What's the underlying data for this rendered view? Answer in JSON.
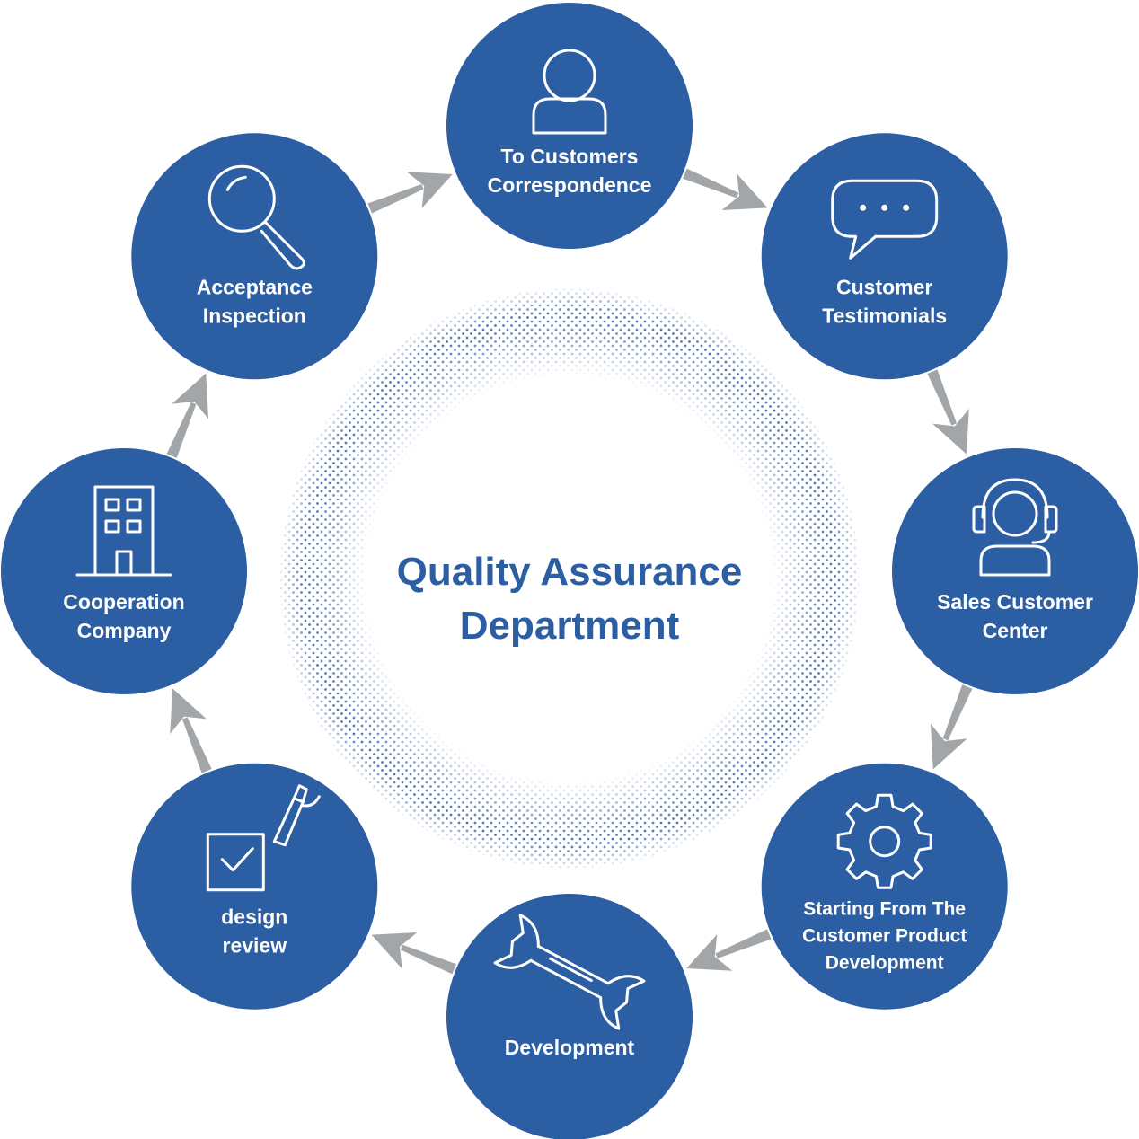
{
  "diagram": {
    "center": {
      "line1": "Quality Assurance",
      "line2": "Department"
    },
    "colors": {
      "node_fill": "#2c5ea3",
      "arrow": "#a3a6a8",
      "dots": "#2c5ea3",
      "label": "#ffffff"
    },
    "nodes": [
      {
        "id": "customers-correspondence",
        "lines": [
          "To Customers",
          "Correspondence"
        ],
        "icon": "person-icon"
      },
      {
        "id": "customer-testimonials",
        "lines": [
          "Customer",
          "Testimonials"
        ],
        "icon": "speech-bubble-icon"
      },
      {
        "id": "sales-customer-center",
        "lines": [
          "Sales Customer",
          "Center"
        ],
        "icon": "headset-agent-icon"
      },
      {
        "id": "customer-product-development",
        "lines": [
          "Starting From The",
          "Customer Product",
          "Development"
        ],
        "icon": "gear-icon"
      },
      {
        "id": "development",
        "lines": [
          "Development"
        ],
        "icon": "wrench-icon"
      },
      {
        "id": "design-review",
        "lines": [
          "design",
          "review"
        ],
        "icon": "checkbox-pen-icon"
      },
      {
        "id": "cooperation-company",
        "lines": [
          "Cooperation",
          "Company"
        ],
        "icon": "building-icon"
      },
      {
        "id": "acceptance-inspection",
        "lines": [
          "Acceptance",
          "Inspection"
        ],
        "icon": "magnifier-icon"
      }
    ]
  }
}
